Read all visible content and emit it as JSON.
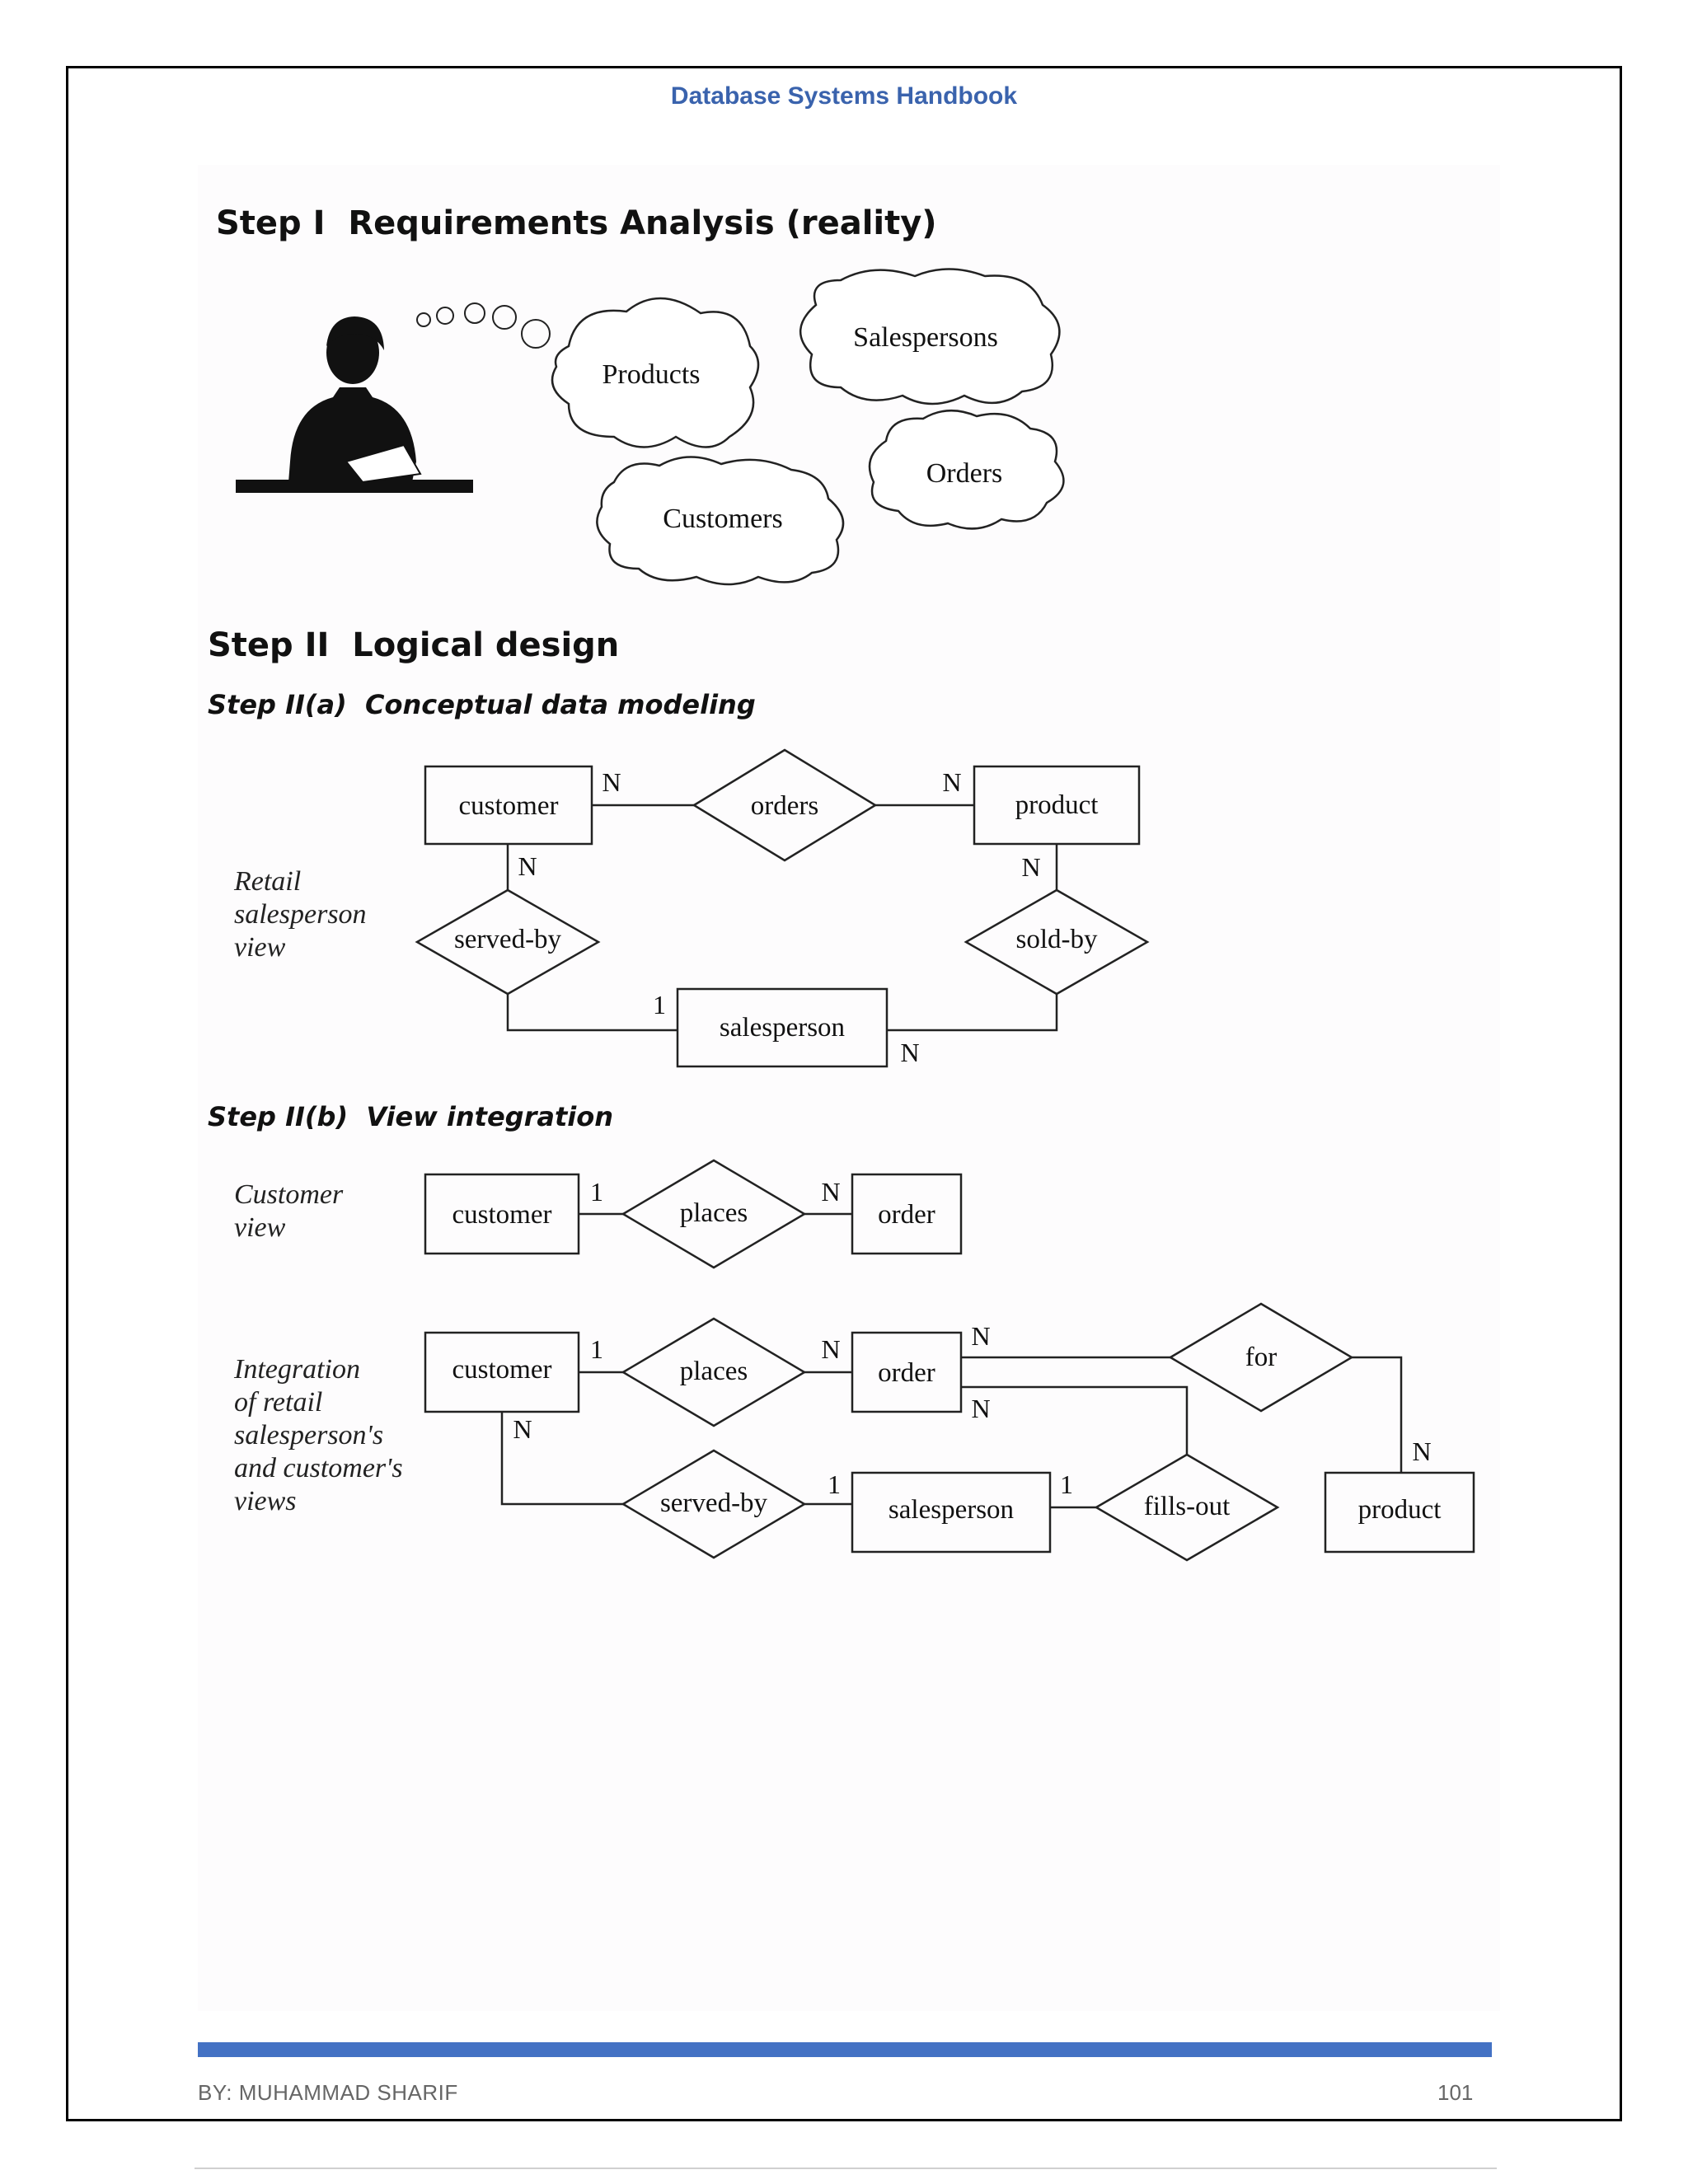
{
  "header": {
    "title": "Database  Systems Handbook"
  },
  "step1": {
    "heading": "Step I  Requirements Analysis (reality)",
    "clouds": [
      "Products",
      "Salespersons",
      "Orders",
      "Customers"
    ]
  },
  "step2": {
    "heading": "Step II  Logical design",
    "a": {
      "heading": "Step II(a)  Conceptual data modeling",
      "side_label": "Retail\nsalesperson\nview",
      "entities": {
        "customer": "customer",
        "product": "product",
        "salesperson": "salesperson"
      },
      "relationships": {
        "orders": "orders",
        "served_by": "served-by",
        "sold_by": "sold-by"
      },
      "cardinalities": [
        "N",
        "N",
        "N",
        "N",
        "1",
        "N"
      ]
    },
    "b": {
      "heading": "Step II(b)  View integration",
      "customer_view": {
        "side_label": "Customer\nview",
        "entities": {
          "customer": "customer",
          "order": "order"
        },
        "relationship": "places",
        "cardinalities": [
          "1",
          "N"
        ]
      },
      "integration": {
        "side_label": "Integration\nof retail\nsalesperson's\nand customer's\nviews",
        "entities": {
          "customer": "customer",
          "order": "order",
          "salesperson": "salesperson",
          "product": "product"
        },
        "relationships": {
          "places": "places",
          "for": "for",
          "served_by": "served-by",
          "fills_out": "fills-out"
        },
        "cardinalities": [
          "1",
          "N",
          "N",
          "N",
          "N",
          "1",
          "1",
          "N"
        ]
      }
    }
  },
  "footer": {
    "author": "BY: MUHAMMAD SHARIF",
    "page": "101"
  },
  "colors": {
    "header": "#3a63ad",
    "footer_bar": "#4472c4"
  }
}
